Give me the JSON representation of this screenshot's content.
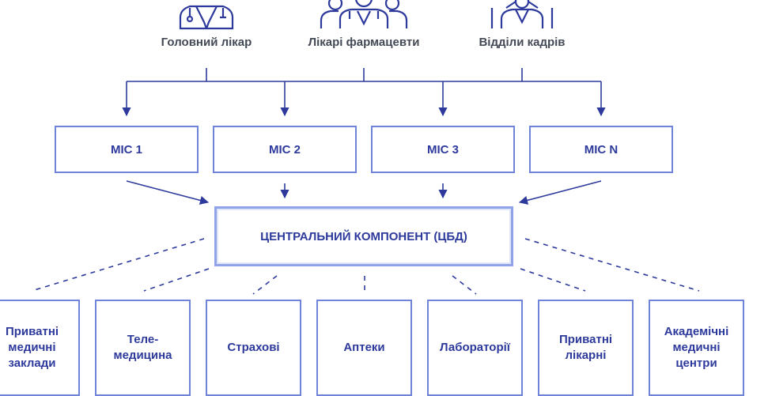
{
  "roles": [
    {
      "label": "Головний лікар",
      "icon": "doctor-icon"
    },
    {
      "label": "Лікарі фармацевти",
      "icon": "medical-team-icon"
    },
    {
      "label": "Відділи кадрів",
      "icon": "staff-icon"
    }
  ],
  "mis": [
    "МІС 1",
    "МІС 2",
    "МІС 3",
    "МІС N"
  ],
  "central": "ЦЕНТРАЛЬНИЙ КОМПОНЕНТ (ЦБД)",
  "consumers": [
    "Приватні\nмедичні\nзаклади",
    "Теле-\nмедицина",
    "Страхові",
    "Аптеки",
    "Лабораторії",
    "Приватні\nлікарні",
    "Академічні\nмедичні\nцентри"
  ],
  "colors": {
    "line": "#2d3a9c",
    "box_border": "#6f83d8",
    "text": "#2d3a9c",
    "label": "#444a55"
  }
}
